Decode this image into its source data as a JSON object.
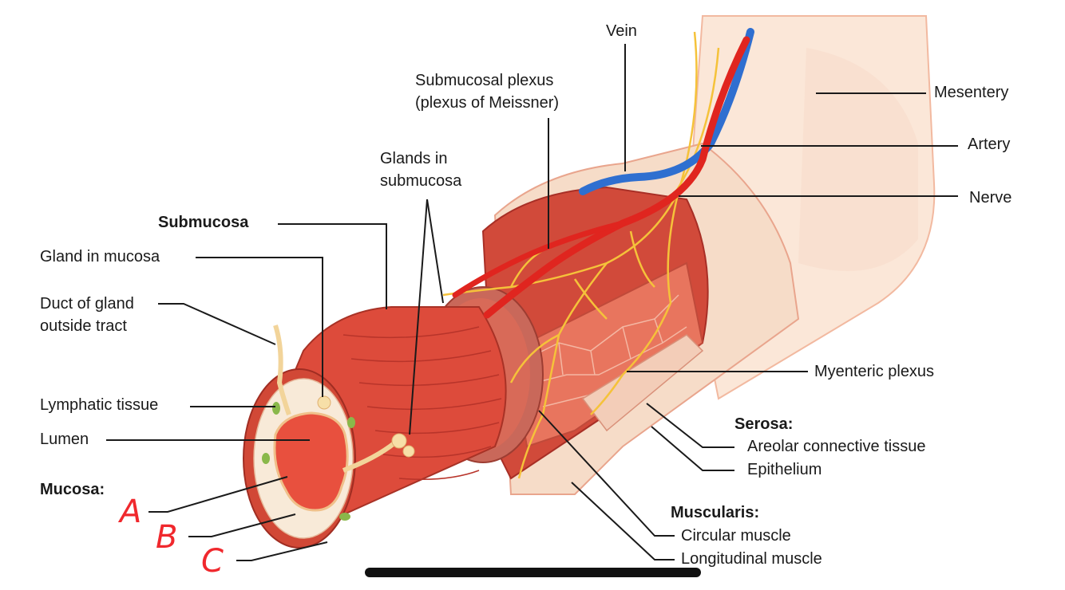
{
  "labels": {
    "vein": "Vein",
    "submucosal_plexus_1": "Submucosal plexus",
    "submucosal_plexus_2": "(plexus of Meissner)",
    "mesentery": "Mesentery",
    "artery": "Artery",
    "glands_submucosa_1": "Glands in",
    "glands_submucosa_2": "submucosa",
    "nerve": "Nerve",
    "submucosa": "Submucosa",
    "gland_in_mucosa": "Gland in mucosa",
    "duct_1": "Duct of gland",
    "duct_2": "outside tract",
    "myenteric_plexus": "Myenteric plexus",
    "lymphatic_tissue": "Lymphatic tissue",
    "serosa": "Serosa:",
    "areolar": "Areolar connective tissue",
    "lumen": "Lumen",
    "epithelium": "Epithelium",
    "mucosa": "Mucosa:",
    "muscularis": "Muscularis:",
    "circular_muscle": "Circular muscle",
    "longitudinal_muscle": "Longitudinal muscle"
  },
  "handwritten": {
    "a": "A",
    "b": "B",
    "c": "C"
  },
  "colors": {
    "muscle": "#d9493a",
    "muscle_dark": "#b8342a",
    "serosa": "#f6dcc8",
    "mesentery": "#fbe7d8",
    "mucosa_layer": "#f8ead8",
    "lumen": "#e8503e",
    "nerve": "#f5c23a",
    "artery": "#e0251f",
    "vein": "#2f6fd0",
    "annotation_red": "#f0282d"
  }
}
